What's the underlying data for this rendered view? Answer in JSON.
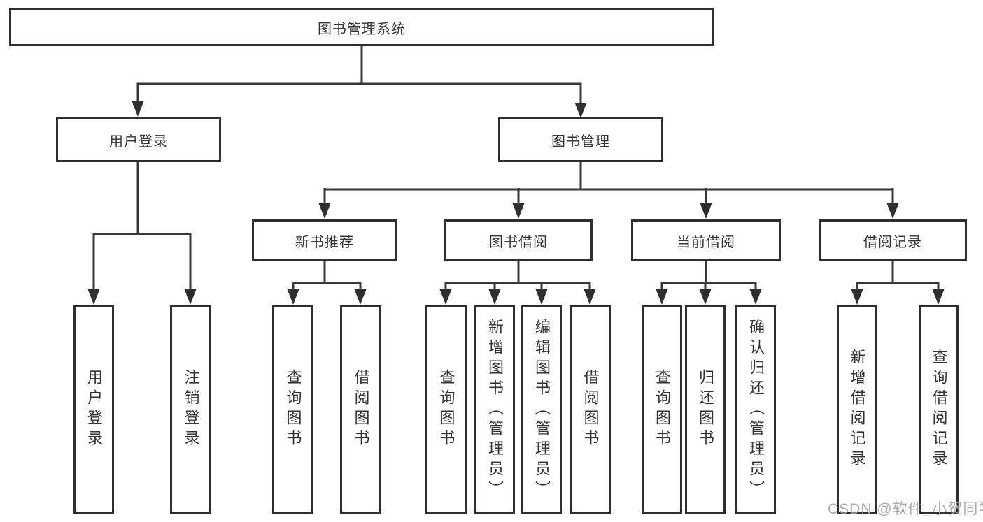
{
  "diagram": {
    "title": "图书管理系统",
    "level2": [
      {
        "label": "用户登录"
      },
      {
        "label": "图书管理"
      }
    ],
    "level3": [
      {
        "label": "新书推荐"
      },
      {
        "label": "图书借阅"
      },
      {
        "label": "当前借阅"
      },
      {
        "label": "借阅记录"
      }
    ],
    "leaves": [
      {
        "label": "用户登录"
      },
      {
        "label": "注销登录"
      },
      {
        "label": "查询图书"
      },
      {
        "label": "借阅图书"
      },
      {
        "label": "查询图书"
      },
      {
        "label": "新增图书（管理员）"
      },
      {
        "label": "编辑图书（管理员）"
      },
      {
        "label": "借阅图书"
      },
      {
        "label": "查询图书"
      },
      {
        "label": "归还图书"
      },
      {
        "label": "确认归还（管理员）"
      },
      {
        "label": "新增借阅记录"
      },
      {
        "label": "查询借阅记录"
      }
    ],
    "hierarchy": {
      "图书管理系统": [
        "用户登录",
        "图书管理"
      ],
      "用户登录": [
        "用户登录",
        "注销登录"
      ],
      "图书管理": [
        "新书推荐",
        "图书借阅",
        "当前借阅",
        "借阅记录"
      ],
      "新书推荐": [
        "查询图书",
        "借阅图书"
      ],
      "图书借阅": [
        "查询图书",
        "新增图书（管理员）",
        "编辑图书（管理员）",
        "借阅图书"
      ],
      "当前借阅": [
        "查询图书",
        "归还图书",
        "确认归还（管理员）"
      ],
      "借阅记录": [
        "新增借阅记录",
        "查询借阅记录"
      ]
    }
  },
  "watermark": {
    "text": "CSDN @软件_小贺同学"
  },
  "colors": {
    "line": "#383838",
    "arrow": "#2f2f2f",
    "box_border": "#2f2f2f",
    "text": "#333333",
    "watermark": "#a5a5a5",
    "background": "#ffffff"
  }
}
